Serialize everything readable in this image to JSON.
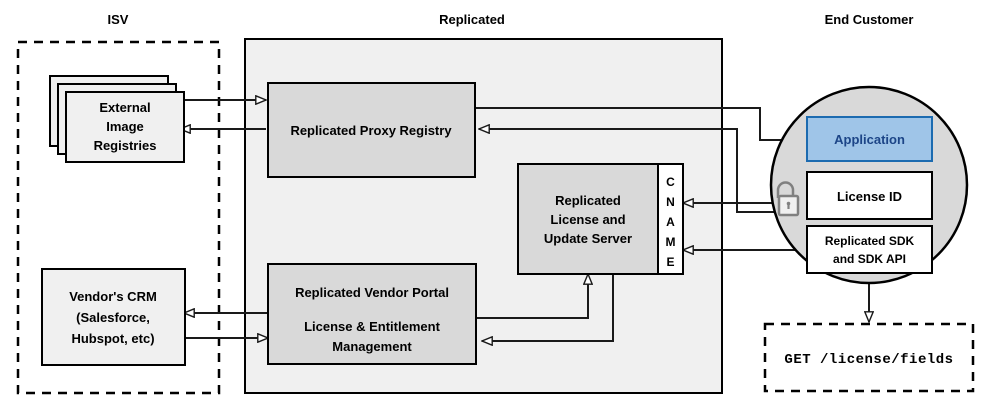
{
  "diagram": {
    "title": "Replicated vendor and customer architecture",
    "zones": [
      {
        "id": "isv",
        "label": "ISV",
        "style": "dashed"
      },
      {
        "id": "replicated",
        "label": "Replicated",
        "style": "solid-filled"
      },
      {
        "id": "end_customer",
        "label": "End Customer",
        "style": "circle"
      }
    ],
    "nodes": [
      {
        "id": "external_registries",
        "zone": "isv",
        "shape": "stacked-rectangle",
        "fill": "#f0f0f0",
        "lines": [
          "External",
          "Image",
          "Registries"
        ]
      },
      {
        "id": "vendor_crm",
        "zone": "isv",
        "shape": "rectangle",
        "fill": "#f0f0f0",
        "lines": [
          "Vendor's CRM",
          "(Salesforce,",
          "Hubspot, etc)"
        ]
      },
      {
        "id": "proxy_registry",
        "zone": "replicated",
        "shape": "rectangle",
        "fill": "#d9d9d9",
        "lines": [
          "Replicated Proxy Registry"
        ]
      },
      {
        "id": "license_update_server",
        "zone": "replicated",
        "shape": "rectangle",
        "fill": "#d9d9d9",
        "lines": [
          "Replicated",
          "License and",
          "Update Server"
        ]
      },
      {
        "id": "cname",
        "zone": "replicated",
        "shape": "vertical-strip",
        "fill": "#ffffff",
        "letters": [
          "C",
          "N",
          "A",
          "M",
          "E"
        ],
        "label": "CNAME"
      },
      {
        "id": "vendor_portal",
        "zone": "replicated",
        "shape": "rectangle",
        "fill": "#d9d9d9",
        "lines": [
          "Replicated Vendor Portal",
          "License & Entitlement",
          "Management"
        ]
      },
      {
        "id": "application",
        "zone": "end_customer",
        "shape": "rectangle",
        "fill": "#9fc5e8",
        "lines": [
          "Application"
        ]
      },
      {
        "id": "license_id",
        "zone": "end_customer",
        "shape": "rectangle",
        "fill": "#ffffff",
        "lines": [
          "License ID"
        ]
      },
      {
        "id": "replicated_sdk",
        "zone": "end_customer",
        "shape": "rectangle",
        "fill": "#ffffff",
        "lines": [
          "Replicated SDK",
          "and SDK API"
        ]
      },
      {
        "id": "api_request",
        "zone": "end_customer",
        "shape": "dashed-rectangle",
        "fill": "#ffffff",
        "lines": [
          "GET /license/fields"
        ],
        "monospace": true
      }
    ],
    "icons": [
      {
        "id": "unlocked-padlock-icon",
        "name": "unlocked-padlock-icon",
        "color": "#808080"
      }
    ],
    "edges": [
      {
        "from": "external_registries",
        "to": "proxy_registry",
        "direction": "right"
      },
      {
        "from": "proxy_registry",
        "to": "external_registries",
        "direction": "left"
      },
      {
        "from": "proxy_registry",
        "to": "application",
        "direction": "right"
      },
      {
        "from": "application",
        "to": "proxy_registry",
        "direction": "left"
      },
      {
        "from": "license_id",
        "to": "cname",
        "direction": "left"
      },
      {
        "from": "replicated_sdk",
        "to": "cname",
        "direction": "left"
      },
      {
        "from": "vendor_portal",
        "to": "license_update_server",
        "direction": "up"
      },
      {
        "from": "license_update_server",
        "to": "vendor_portal",
        "direction": "left"
      },
      {
        "from": "vendor_portal",
        "to": "vendor_crm",
        "direction": "left"
      },
      {
        "from": "vendor_crm",
        "to": "vendor_portal",
        "direction": "right"
      },
      {
        "from": "replicated_sdk",
        "to": "api_request",
        "direction": "down"
      }
    ],
    "colors": {
      "node_fill": "#d9d9d9",
      "region_fill": "#f0f0f0",
      "accent_blue_fill": "#9fc5e8",
      "accent_blue_stroke": "#1c6bb0",
      "accent_blue_text": "#1c4587",
      "line": "#1a1a1a",
      "lock": "#808080",
      "background": "#ffffff"
    }
  },
  "labels": {
    "isv": "ISV",
    "replicated": "Replicated",
    "end_customer": "End Customer",
    "external_registries_1": "External",
    "external_registries_2": "Image",
    "external_registries_3": "Registries",
    "vendor_crm_1": "Vendor's CRM",
    "vendor_crm_2": "(Salesforce,",
    "vendor_crm_3": "Hubspot, etc)",
    "proxy_registry": "Replicated Proxy Registry",
    "license_server_1": "Replicated",
    "license_server_2": "License and",
    "license_server_3": "Update Server",
    "cname_c": "C",
    "cname_n": "N",
    "cname_a": "A",
    "cname_m": "M",
    "cname_e": "E",
    "vendor_portal_1": "Replicated Vendor Portal",
    "vendor_portal_2": "License & Entitlement",
    "vendor_portal_3": "Management",
    "application": "Application",
    "license_id": "License ID",
    "replicated_sdk_1": "Replicated SDK",
    "replicated_sdk_2": "and SDK API",
    "api_request": "GET /license/fields"
  }
}
